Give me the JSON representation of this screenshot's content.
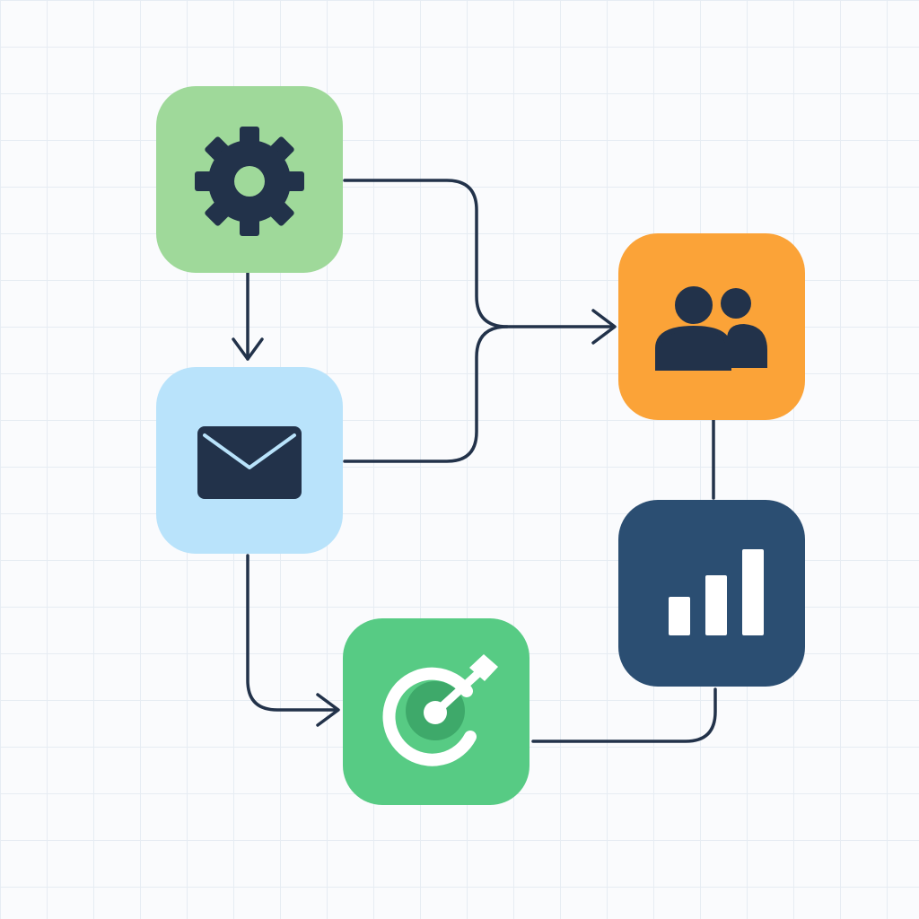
{
  "theme": {
    "ink": "#22324a",
    "grid": "#e6ecf3"
  },
  "nodes": [
    {
      "id": "gear",
      "icon": "gear-icon",
      "color": "#9fd99a"
    },
    {
      "id": "mail",
      "icon": "envelope-icon",
      "color": "#b9e3fb"
    },
    {
      "id": "team",
      "icon": "people-icon",
      "color": "#fba338"
    },
    {
      "id": "chart",
      "icon": "bar-chart-icon",
      "color": "#2b4e72"
    },
    {
      "id": "goal",
      "icon": "target-icon",
      "color": "#57cb84"
    }
  ],
  "connections": [
    {
      "from": "gear",
      "to": "mail",
      "arrow": true
    },
    {
      "from": "gear",
      "to": "team",
      "arrow": true
    },
    {
      "from": "mail",
      "to": "team",
      "arrow": true
    },
    {
      "from": "mail",
      "to": "goal",
      "arrow": true
    },
    {
      "from": "team",
      "to": "chart",
      "arrow": false
    },
    {
      "from": "goal",
      "to": "chart",
      "arrow": false
    }
  ]
}
